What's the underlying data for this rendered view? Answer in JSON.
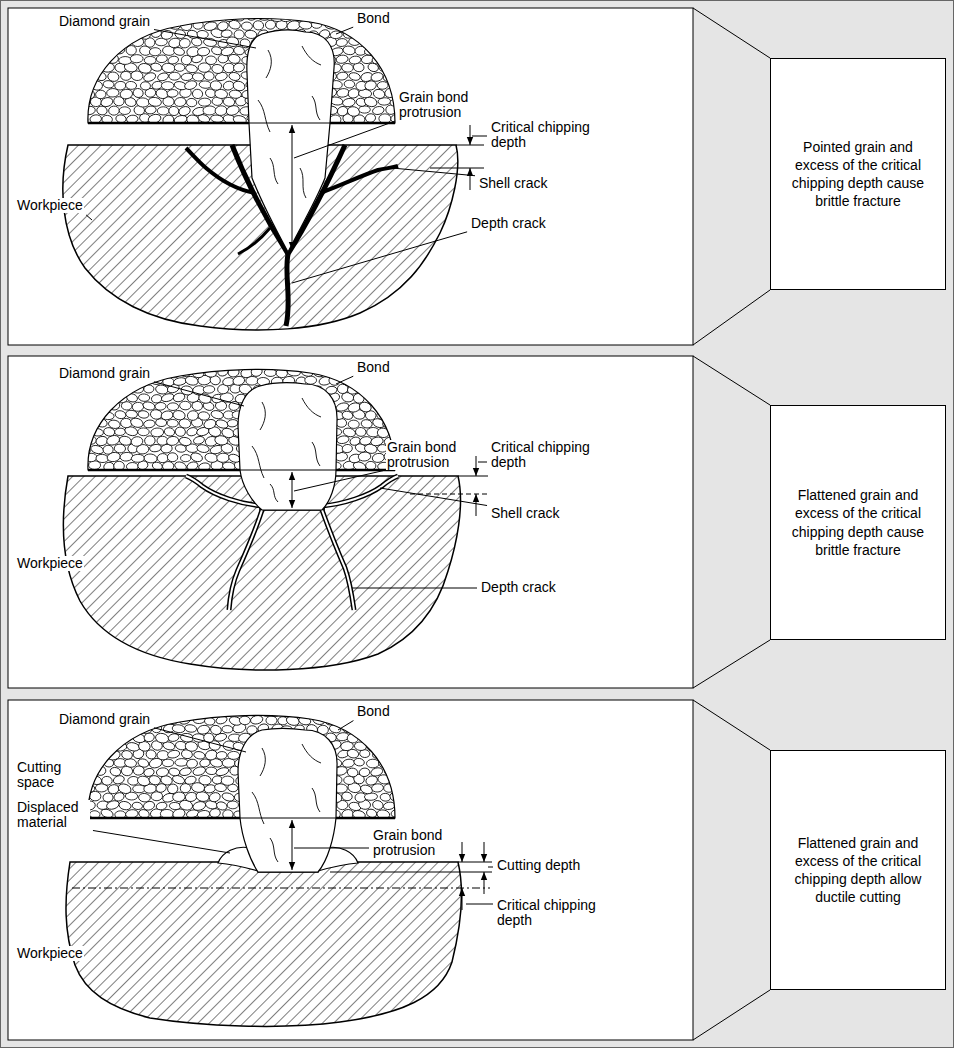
{
  "diagram": {
    "nodes": [
      {
        "text": [
          "Pointed grain and excess of the critical chipping depth cause brittle fracture"
        ]
      },
      {
        "text": [
          "Flattened grain and excess of the critical chipping depth cause brittle fracture"
        ]
      },
      {
        "text": [
          "Flattened grain and excess of the critical chipping depth allow ductile cutting"
        ]
      }
    ],
    "labels": [
      "Diamond grain",
      "Bond",
      "Grain bond protrusion",
      "Critical chipping depth",
      "Shell crack",
      "Workpiece",
      "Depth crack",
      "Diamond grain",
      "Bond",
      "Grain bond protrusion",
      "Critical chipping depth",
      "Shell crack",
      "Workpiece",
      "Depth crack",
      "Diamond grain",
      "Bond",
      "Cutting space",
      "Displaced material",
      "Grain bond protrusion",
      "Cutting depth",
      "Critical chipping depth",
      "Workpiece"
    ]
  }
}
